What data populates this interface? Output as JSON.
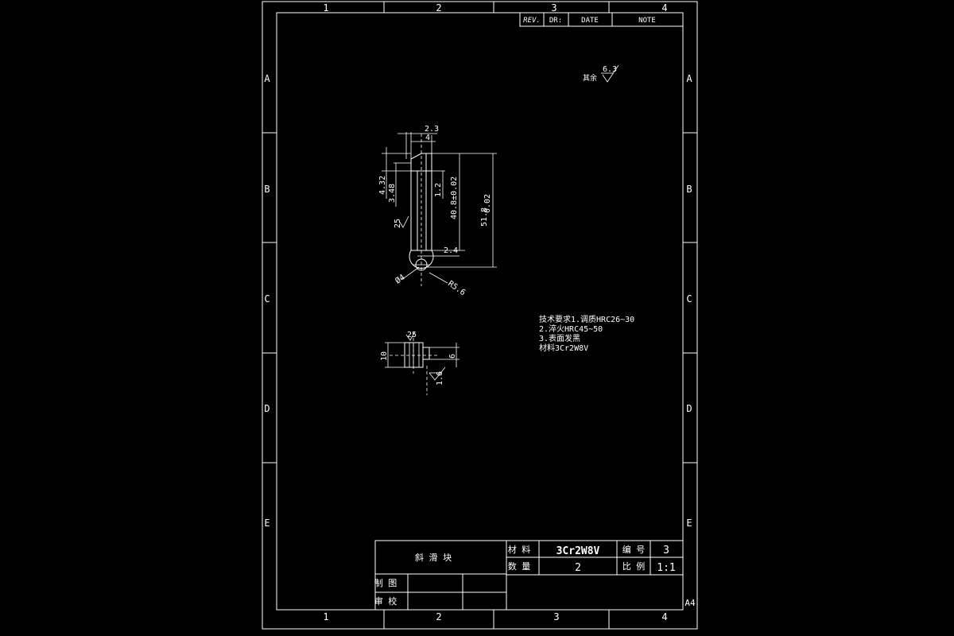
{
  "zones": {
    "columns": [
      "1",
      "2",
      "3",
      "4"
    ],
    "rows": [
      "A",
      "B",
      "C",
      "D",
      "E"
    ]
  },
  "revision_table": {
    "headers": [
      "REV.",
      "DR:",
      "DATE",
      "NOTE"
    ]
  },
  "surface_finish": {
    "prefix": "其余",
    "value": "6.3"
  },
  "dimensions": {
    "d1": "2.3",
    "d2": "4",
    "d3": "4.32",
    "d4": "3.48",
    "d5": "1.2",
    "d6": "40.8±0.02",
    "d7": "51.8",
    "d7_tol": "0.02",
    "d8": "2.4",
    "d9": "Ø4",
    "d10": "R5.6",
    "rough1": "25",
    "rough2": "25",
    "d11": "10",
    "d12": "6",
    "rough3": "1.6"
  },
  "notes": [
    "技术要求1.调质HRC26~30",
    "2.淬火HRC45~50",
    "3.表面发黑",
    "材料3Cr2W8V"
  ],
  "title_block": {
    "part_name": "斜 滑 块",
    "material_label": "材 料",
    "material_value": "3Cr2W8V",
    "quantity_label": "数 量",
    "quantity_value": "2",
    "number_label": "编 号",
    "number_value": "3",
    "scale_label": "比 例",
    "scale_value": "1:1",
    "drawn_label": "制 图",
    "checked_label": "审 校"
  },
  "sheet_size": "A4"
}
